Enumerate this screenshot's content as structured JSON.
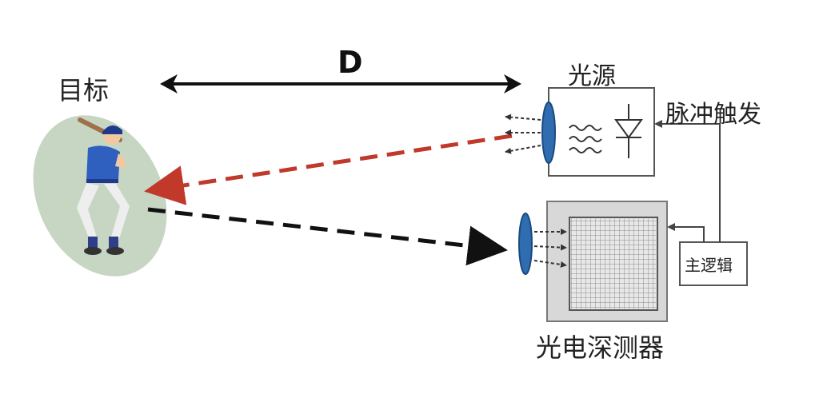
{
  "labels": {
    "target": "目标",
    "distance": "D",
    "light_source": "光源",
    "pulse_trigger": "脉冲触发",
    "main_logic": "主逻辑",
    "detector": "光电深测器"
  },
  "icons": {
    "target_figure": "baseball-batter-icon",
    "emitter": "laser-diode-icon",
    "lens": "lens-icon",
    "sensor": "sensor-grid-icon"
  },
  "colors": {
    "emitted_beam": "#c0392b",
    "return_beam": "#111111",
    "lens": "#2f6db0",
    "target_ellipse": "#c6d6c3",
    "detector_box": "#d8d8d8"
  }
}
